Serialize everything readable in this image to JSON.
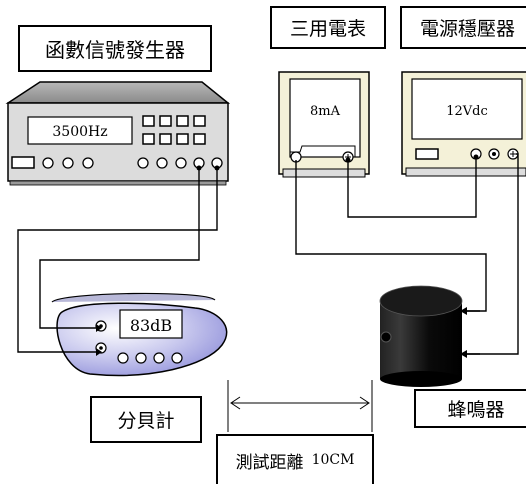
{
  "function_generator": {
    "title": "函數信號發生器",
    "display_value": "3500Hz"
  },
  "multimeter": {
    "title": "三用電表",
    "display_value": "8mA"
  },
  "power_supply": {
    "title": "電源穩壓器",
    "display_value": "12Vdc"
  },
  "sound_meter": {
    "label": "分貝計",
    "display_value": "83dB"
  },
  "buzzer": {
    "label": "蜂鳴器"
  },
  "test_distance": {
    "label": "測試距離",
    "value": "10CM"
  }
}
